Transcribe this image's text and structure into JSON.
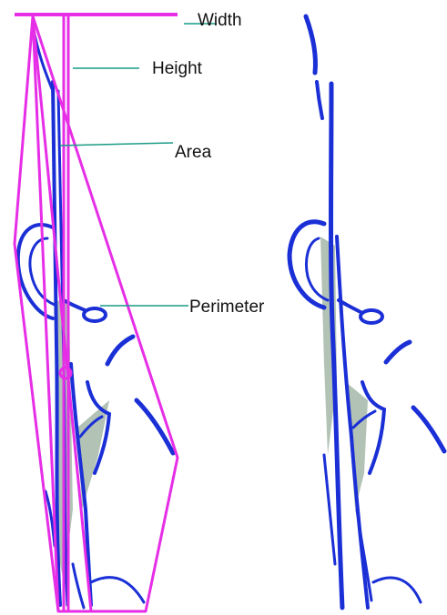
{
  "labels": {
    "width": "Width",
    "height": "Height",
    "area": "Area",
    "perimeter": "Perimeter"
  },
  "colors": {
    "hull": "#e62ee6",
    "plant_outline": "#1a2fd6",
    "plant_fill": "#9fb3a3",
    "leader_line": "#1a9a86",
    "background": "#ffffff"
  },
  "panels": [
    {
      "id": "annotated-plant",
      "shows": [
        "convex-hull",
        "width-bar",
        "height-bar",
        "measurement-labels"
      ]
    },
    {
      "id": "plain-plant",
      "shows": [
        "plant-outline"
      ]
    }
  ]
}
